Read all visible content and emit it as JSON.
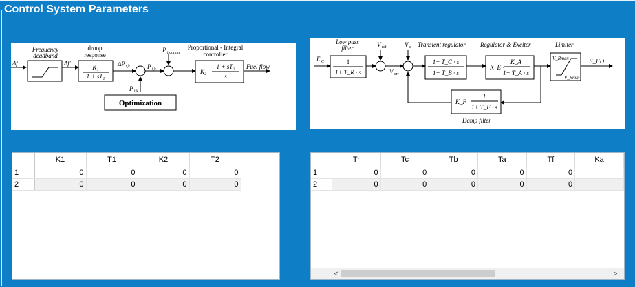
{
  "window": {
    "title": "Control System Parameters"
  },
  "diagram_governor": {
    "labels": {
      "freq_deadband_1": "Frequency",
      "freq_deadband_2": "deadband",
      "droop_1": "droop",
      "droop_2": "response",
      "pi_1": "Proportional - Integral",
      "pi_2": "controller",
      "pcomm": "P",
      "pcomm_sub": "i,comm",
      "delta_f": "Δf",
      "delta_f2": "Δf'",
      "dp": "ΔP",
      "dp_sub": "i,k",
      "pik": "P",
      "pik_sub": "i,k",
      "pik_star": "P",
      "pik_star_sub": "i,k",
      "droop_num": "K₁",
      "droop_den": "1 + sT₁",
      "pi_gain": "K₂",
      "pi_num": "1 + sT₂",
      "pi_den": "s",
      "output": "Fuel flow",
      "optimization": "Optimization"
    }
  },
  "diagram_exciter": {
    "labels": {
      "lowpass_1": "Low pass",
      "lowpass_2": "filter",
      "ec": "E",
      "ec_sub": "C",
      "vref": "V",
      "vref_sub": "ref",
      "vs": "V",
      "vs_sub": "s",
      "verr": "V",
      "verr_sub": "err",
      "transient": "Transient regulator",
      "reg_exc": "Regulator & Exciter",
      "limiter": "Limiter",
      "lp_num": "1",
      "lp_den": "1+ T_R · s",
      "tr_num": "1+ T_C · s",
      "tr_den": "1+ T_B · s",
      "ke": "K_E ·",
      "ka_num": "K_A",
      "ka_den": "1+ T_A · s",
      "rmax": "V_Rmax",
      "rmin": "V_Rmin",
      "efd": "E_FD",
      "kf": "K_F ·",
      "kf_num": "1",
      "kf_den": "1+ T_F · s",
      "damp": "Damp filter"
    }
  },
  "table_governor": {
    "columns": [
      "K1",
      "T1",
      "K2",
      "T2"
    ],
    "rows": [
      {
        "id": "1",
        "cells": [
          "0",
          "0",
          "0",
          "0"
        ]
      },
      {
        "id": "2",
        "cells": [
          "0",
          "0",
          "0",
          "0"
        ]
      }
    ]
  },
  "table_exciter": {
    "columns": [
      "Tr",
      "Tc",
      "Tb",
      "Ta",
      "Tf",
      "Ka"
    ],
    "rows": [
      {
        "id": "1",
        "cells": [
          "0",
          "0",
          "0",
          "0",
          "0",
          ""
        ]
      },
      {
        "id": "2",
        "cells": [
          "0",
          "0",
          "0",
          "0",
          "0",
          ""
        ]
      }
    ],
    "scroll_left": "<",
    "scroll_right": ">"
  }
}
